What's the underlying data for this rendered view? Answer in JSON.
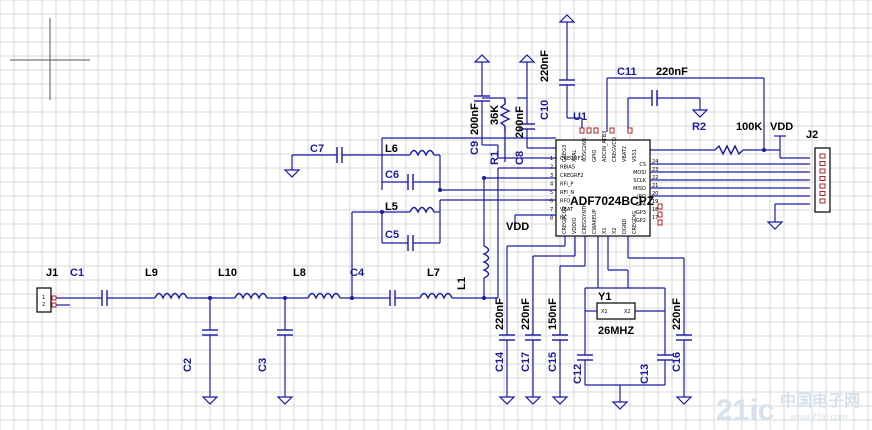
{
  "schematic": {
    "refs": {
      "J1": "J1",
      "C1": "C1",
      "L9": "L9",
      "L10": "L10",
      "L8": "L8",
      "C4": "C4",
      "L7": "L7",
      "L1": "L1",
      "C2": "C2",
      "C3": "C3",
      "C7": "C7",
      "L6": "L6",
      "C6": "C6",
      "L5": "L5",
      "C5": "C5",
      "C9": "C9",
      "R1": "R1",
      "C8": "C8",
      "C10": "C10",
      "U1": "U1",
      "C11": "C11",
      "R2": "R2",
      "J2": "J2",
      "Y1": "Y1",
      "C14": "C14",
      "C17": "C17",
      "C15": "C15",
      "C12": "C12",
      "C13": "C13",
      "C16": "C16"
    },
    "values": {
      "C9": "200nF",
      "R1": "36K",
      "C8": "200nF",
      "C10": "220nF",
      "C11": "220nF",
      "R2": "100K",
      "C14": "220nF",
      "C17": "220nF",
      "C15": "150nF",
      "C16": "220nF",
      "Y1": "26MHZ"
    },
    "labels": {
      "vdd_top": "VDD",
      "vdd_chip": "VDD"
    },
    "chip": {
      "name": "ADF7024BCPZ",
      "left_pins": [
        "CREGRF1",
        "RBIAS",
        "CREGRF2",
        "RFI_P",
        "RFI_N",
        "RFO",
        "VBAT",
        "NC"
      ],
      "top_pins": [
        "CREG3",
        "XTAL",
        "XOSC26N",
        "GPIO",
        "ADCIN_ATB3",
        "CREGVCO",
        "VBAT2",
        "VSS1"
      ],
      "right_pins": [
        "CS",
        "MOSI",
        "SCLK",
        "MISO",
        "IRQ",
        "GP4",
        "GP3",
        "GP2"
      ],
      "bottom_pins": [
        "CREGVCO2",
        "VDDIO",
        "CREGSYNTH",
        "CWAKEUP",
        "X1",
        "X2",
        "DGND",
        "CREGDIG"
      ],
      "left_numbers": [
        "1",
        "2",
        "3",
        "4",
        "5",
        "6",
        "7",
        "8"
      ],
      "right_numbers": [
        "24",
        "23",
        "22",
        "21",
        "20",
        "19",
        "18",
        "17"
      ]
    },
    "watermark": {
      "main": "21ic",
      "cn": "中国电子网",
      "url": "www.21ic.com"
    }
  }
}
